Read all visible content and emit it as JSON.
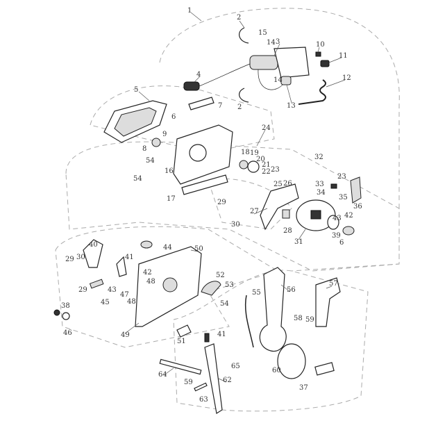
{
  "diagram": {
    "type": "exploded-parts-diagram",
    "labels": [
      "1",
      "2",
      "15",
      "14",
      "3",
      "10",
      "11",
      "4",
      "12",
      "5",
      "14",
      "2",
      "13",
      "7",
      "6",
      "9",
      "8",
      "54",
      "16",
      "54",
      "24",
      "18",
      "19",
      "20",
      "21",
      "22",
      "23",
      "25",
      "26",
      "17",
      "29",
      "27",
      "30",
      "32",
      "33",
      "23",
      "34",
      "35",
      "36",
      "43",
      "42",
      "6",
      "28",
      "31",
      "39",
      "40",
      "44",
      "50",
      "30",
      "29",
      "41",
      "42",
      "48",
      "43",
      "47",
      "48",
      "29",
      "45",
      "52",
      "53",
      "54",
      "55",
      "56",
      "57",
      "38",
      "46",
      "49",
      "51",
      "58",
      "59",
      "41",
      "65",
      "60",
      "37",
      "64",
      "59",
      "62",
      "63"
    ]
  }
}
